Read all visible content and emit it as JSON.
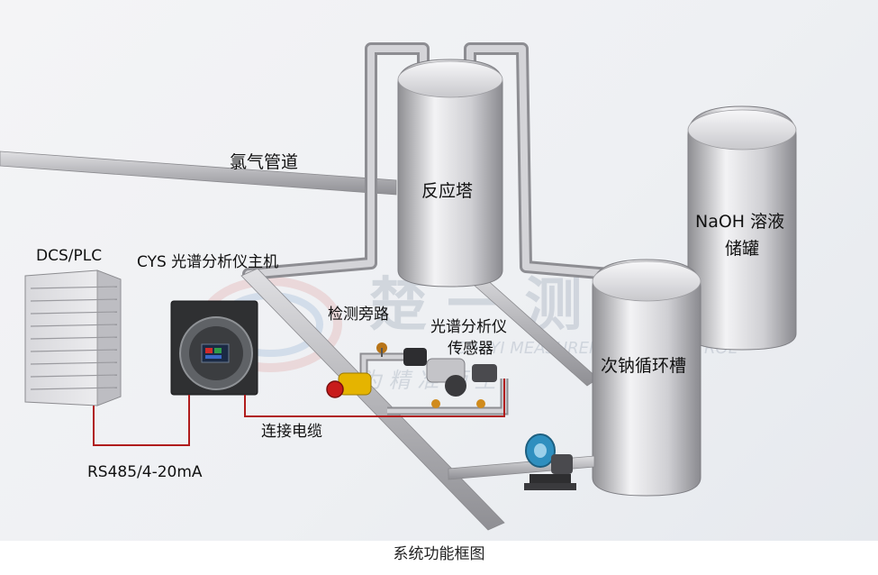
{
  "labels": {
    "chlorine_pipe": "氯气管道",
    "reaction_tower": "反应塔",
    "naoh_tank_line1": "NaOH 溶液",
    "naoh_tank_line2": "储罐",
    "dcs": "DCS/PLC",
    "cys_host": "CYS 光谱分析仪主机",
    "bypass": "检测旁路",
    "sensor_line1": "光谱分析仪",
    "sensor_line2": "传感器",
    "tank_hypo": "次钠循环槽",
    "cable": "连接电缆",
    "protocol": "RS485/4-20mA"
  },
  "watermark": {
    "brand_cn": "楚 一 测 控",
    "brand_en": "CHUYI MEASUREMENT & CONTROL",
    "slogan": "为  精  准  而  生"
  },
  "caption": "系统功能框图",
  "colors": {
    "pipe": "#b8b8bc",
    "tank": "#c9c9cd",
    "cable": "#b01c1c",
    "valve": "#e5b400",
    "pump": "#2f8fbf"
  }
}
